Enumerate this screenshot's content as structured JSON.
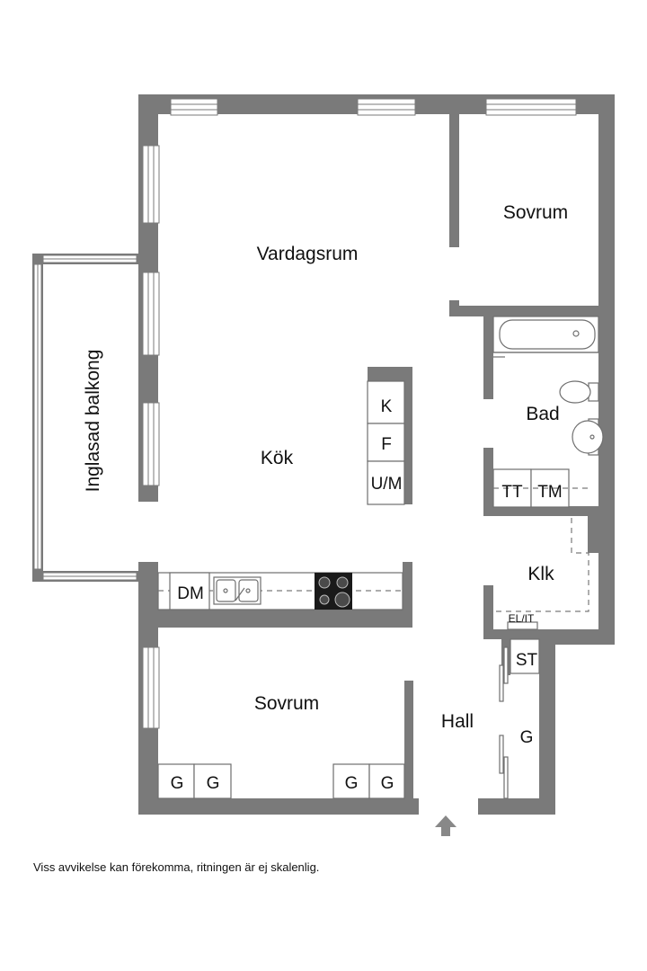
{
  "rooms": {
    "vardagsrum": "Vardagsrum",
    "kok": "Kök",
    "sovrum_top": "Sovrum",
    "sovrum_bottom": "Sovrum",
    "bad": "Bad",
    "klk": "Klk",
    "hall": "Hall",
    "balkong": "Inglasad balkong"
  },
  "fixtures": {
    "island": [
      "K",
      "F",
      "U/M"
    ],
    "dishwasher": "DM",
    "laundry": [
      "TT",
      "TM"
    ],
    "electrical": "EL/IT",
    "storage": "ST",
    "hall_wardrobe": "G",
    "bedroom_wardrobes": [
      "G",
      "G",
      "G",
      "G"
    ]
  },
  "footnote": "Viss avvikelse kan förekomma, ritningen är ej skalenlig.",
  "colors": {
    "wall": "#7a7a7a",
    "background": "#ffffff",
    "text": "#111111"
  }
}
